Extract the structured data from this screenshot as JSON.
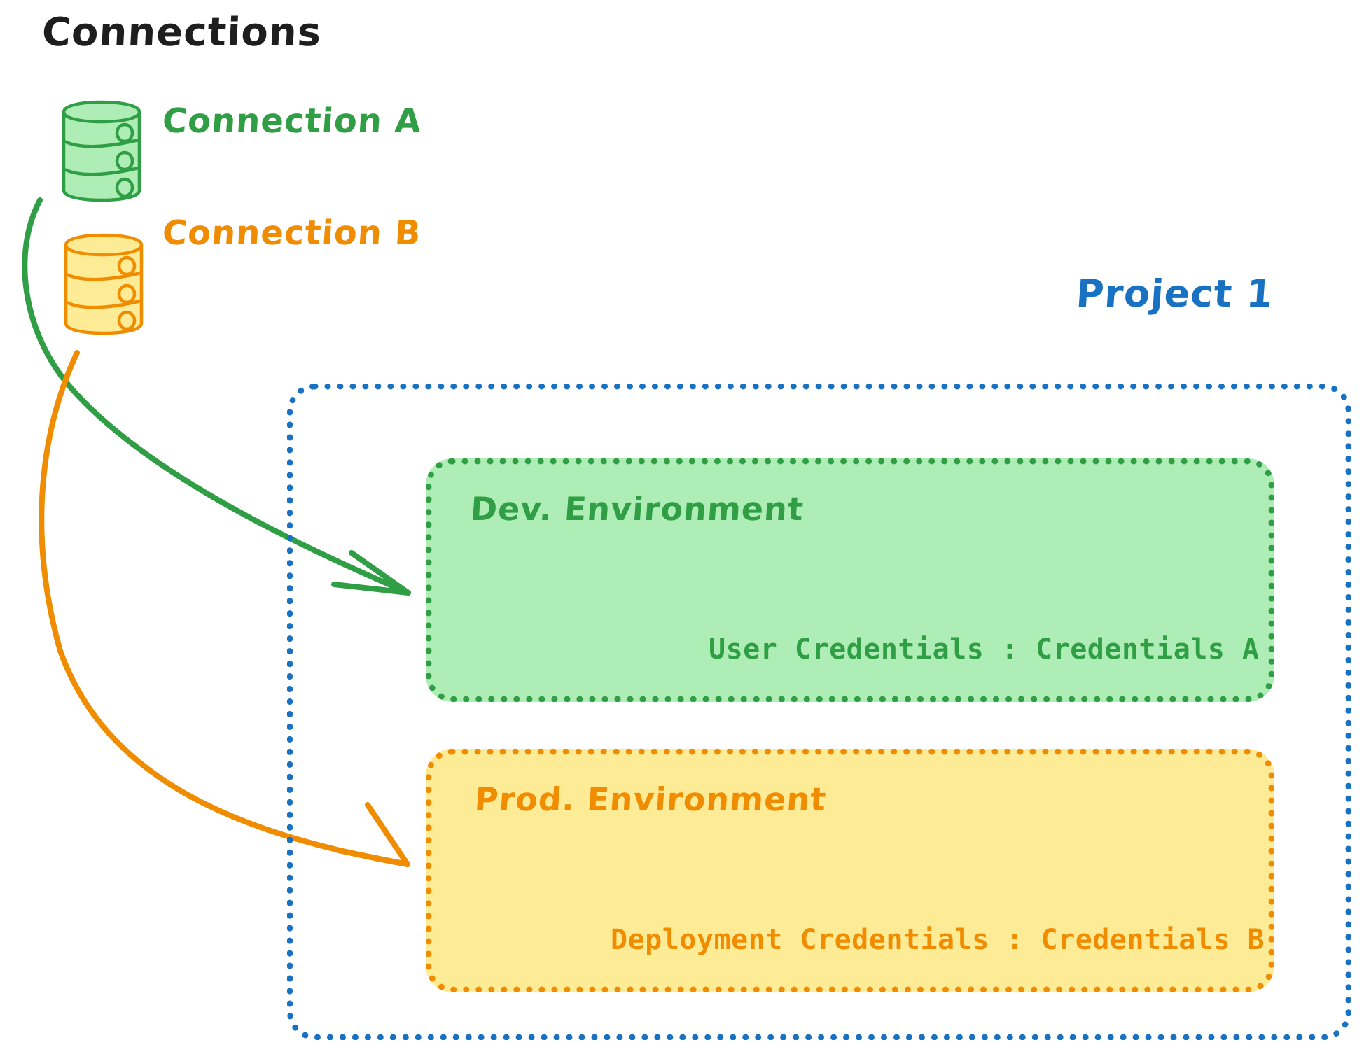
{
  "diagram": {
    "title": "Connections",
    "project_label": "Project 1",
    "colors": {
      "green_stroke": "#2f9e44",
      "green_fill": "#aeeeb6",
      "orange_stroke": "#f08c00",
      "orange_fill": "#fdeb96",
      "blue_stroke": "#1971c2",
      "title_color": "#1e1e1e",
      "background": "#ffffff"
    },
    "connections": [
      {
        "label": "Connection A",
        "icon": "database-cylinder-icon",
        "color": "#2f9e44"
      },
      {
        "label": "Connection B",
        "icon": "database-cylinder-icon",
        "color": "#f08c00"
      }
    ],
    "environments": [
      {
        "title": "Dev. Environment",
        "credentials_label": "User Credentials",
        "credentials_separator": ":",
        "credentials_value": "Credentials A",
        "credentials_text": "User Credentials : Credentials A",
        "color": "#2f9e44"
      },
      {
        "title": "Prod. Environment",
        "credentials_label": "Deployment Credentials",
        "credentials_separator": ":",
        "credentials_value": "Credentials B",
        "credentials_text": "Deployment Credentials : Credentials B",
        "color": "#f08c00"
      }
    ],
    "arrows": [
      {
        "name": "connection-a-to-dev-arrow",
        "from": "Connection A",
        "to": "Dev. Environment",
        "color": "#2f9e44"
      },
      {
        "name": "connection-b-to-prod-arrow",
        "from": "Connection B",
        "to": "Prod. Environment",
        "color": "#f08c00"
      }
    ]
  }
}
